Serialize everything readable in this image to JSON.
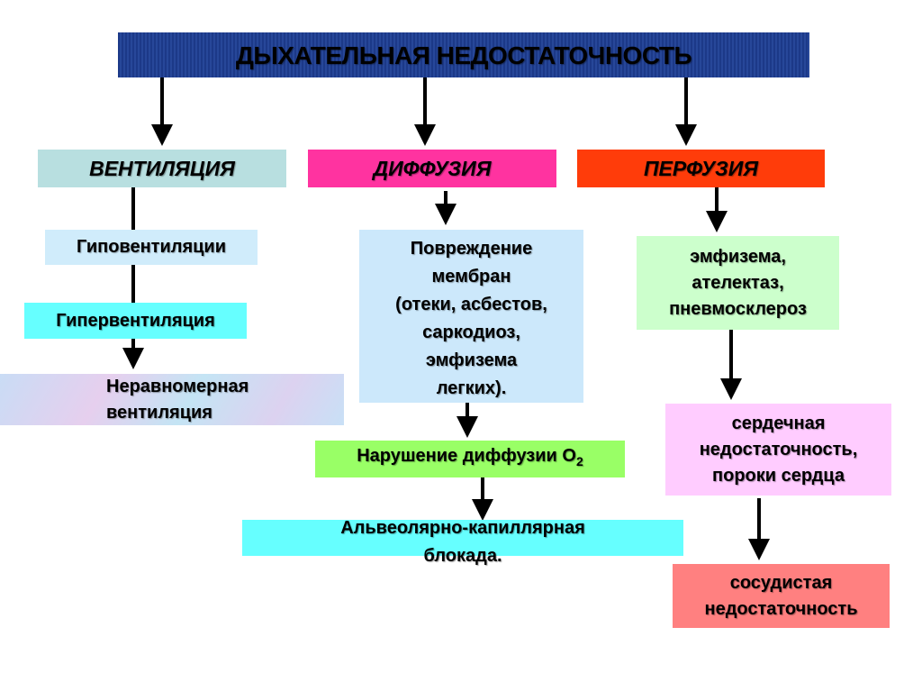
{
  "title": "ДЫХАТЕЛЬНАЯ НЕДОСТАТОЧНОСТЬ",
  "categories": {
    "ventilation": "ВЕНТИЛЯЦИЯ",
    "diffusion": "ДИФФУЗИЯ",
    "perfusion": "ПЕРФУЗИЯ"
  },
  "ventilation_items": [
    "Гиповентиляции",
    "Гипервентиляция",
    "Неравномерная",
    "вентиляция"
  ],
  "diffusion_items": {
    "damage_lines": [
      "Повреждение",
      "мембран",
      "(отеки, асбестов,",
      "саркодиоз,",
      "эмфизема",
      "легких)."
    ],
    "o2_text": "Нарушение диффузии О",
    "o2_sub": "2",
    "block_lines": [
      "Альвеолярно-капиллярная",
      "блокада."
    ]
  },
  "perfusion_items": {
    "lung_lines": [
      "эмфизема,",
      "ателектаз,",
      "пневмосклероз"
    ],
    "heart_lines": [
      "сердечная",
      "недостаточность,",
      "пороки сердца"
    ],
    "vascular_lines": [
      "сосудистая",
      "недостаточность"
    ]
  },
  "colors": {
    "ventilation": "#b8dfe0",
    "diffusion": "#ff33a0",
    "perfusion": "#ff3c0a"
  }
}
